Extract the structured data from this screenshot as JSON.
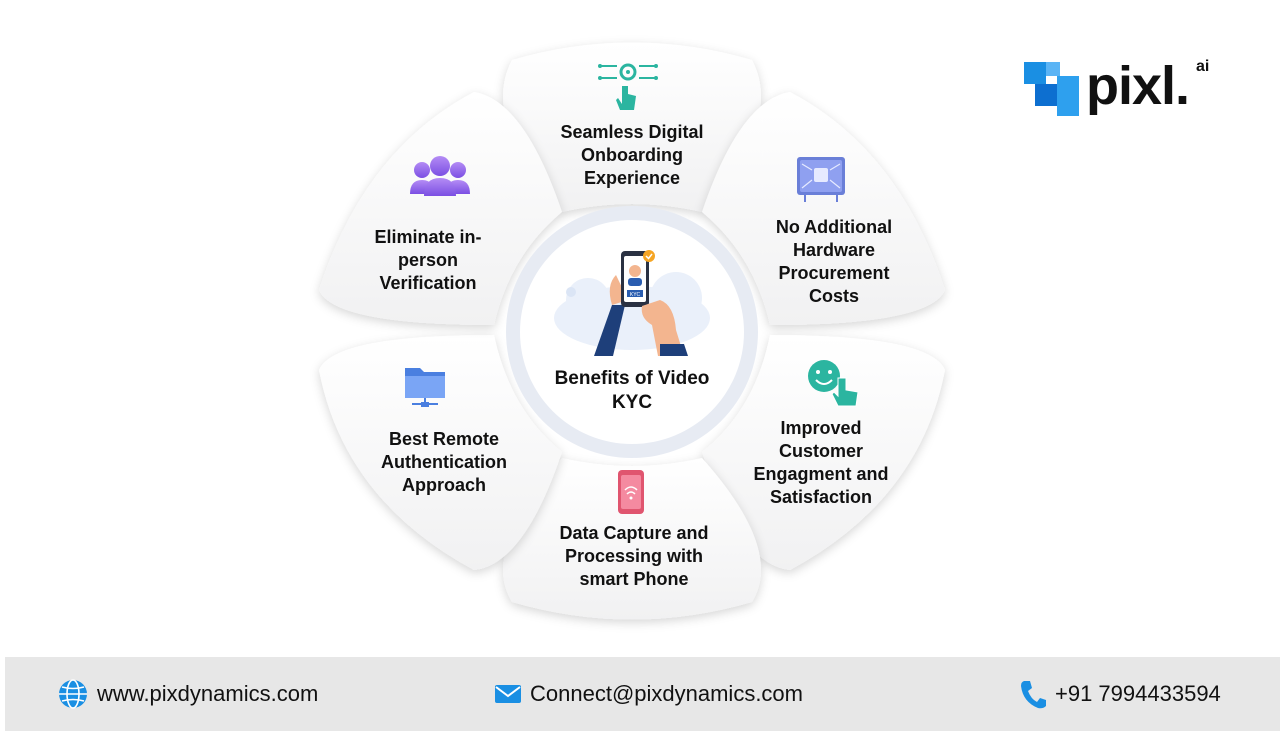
{
  "center": {
    "title": "Benefits of Video KYC"
  },
  "petals": [
    {
      "label": "Seamless Digital Onboarding Experience",
      "icon": "touch-gear-icon"
    },
    {
      "label": "No Additional Hardware Procurement Costs",
      "icon": "circuit-chip-icon"
    },
    {
      "label": "Improved Customer Engagment and Satisfaction",
      "icon": "smiley-touch-icon"
    },
    {
      "label": "Data Capture and Processing with smart Phone",
      "icon": "smartphone-wifi-icon"
    },
    {
      "label": "Best Remote Authentication Approach",
      "icon": "network-folder-icon"
    },
    {
      "label": "Eliminate in-person Verification",
      "icon": "users-group-icon"
    }
  ],
  "logo": {
    "text": "pixl.",
    "superscript": "ai"
  },
  "footer": {
    "website": "www.pixdynamics.com",
    "email": "Connect@pixdynamics.com",
    "phone": "+91 7994433594"
  },
  "colors": {
    "accent_blue": "#1a8fe3",
    "purple": "#8b5cf6",
    "teal": "#2bb5a0",
    "pink": "#e0556f"
  }
}
